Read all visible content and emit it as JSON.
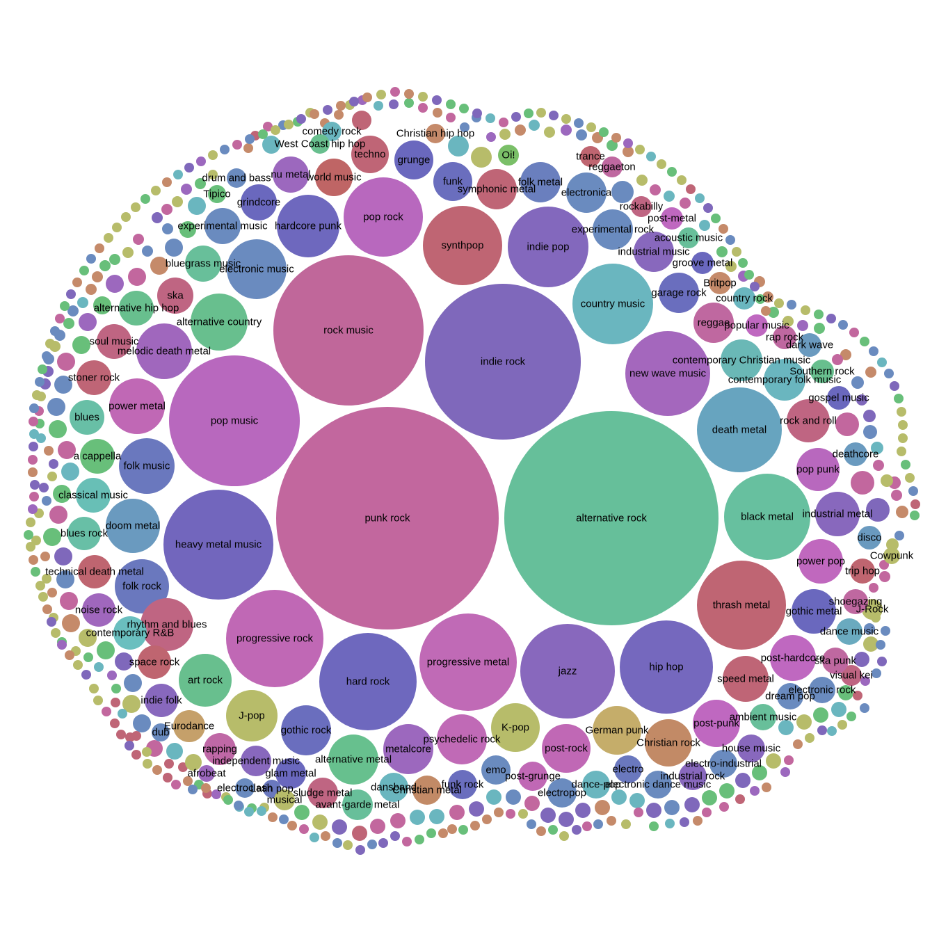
{
  "chart_data": {
    "type": "packed-bubble",
    "title": "",
    "labeled_bubbles": [
      {
        "label": "punk rock",
        "color": "#c2679e"
      },
      {
        "label": "alternative rock",
        "color": "#66bf9a"
      },
      {
        "label": "indie rock",
        "color": "#7f68bb"
      },
      {
        "label": "rock music",
        "color": "#c0679a"
      },
      {
        "label": "pop music",
        "color": "#b868be"
      },
      {
        "label": "heavy metal music",
        "color": "#7266bd"
      },
      {
        "label": "progressive rock",
        "color": "#c068b5"
      },
      {
        "label": "hard rock",
        "color": "#6e68be"
      },
      {
        "label": "progressive metal",
        "color": "#c06ab6"
      },
      {
        "label": "jazz",
        "color": "#8868bd"
      },
      {
        "label": "hip hop",
        "color": "#7568be"
      },
      {
        "label": "thrash metal",
        "color": "#bf6573"
      },
      {
        "label": "black metal",
        "color": "#67c09f"
      },
      {
        "label": "death metal",
        "color": "#67a4bf"
      },
      {
        "label": "new wave music",
        "color": "#a467bd"
      },
      {
        "label": "country music",
        "color": "#6ab6bf"
      },
      {
        "label": "indie pop",
        "color": "#8368bd"
      },
      {
        "label": "synthpop",
        "color": "#bf6573"
      },
      {
        "label": "pop rock",
        "color": "#b868be"
      },
      {
        "label": "hardcore punk",
        "color": "#6e68be"
      },
      {
        "label": "electronic music",
        "color": "#6a8bbf"
      },
      {
        "label": "alternative country",
        "color": "#68bf8e"
      },
      {
        "label": "melodic death metal",
        "color": "#a067bd"
      },
      {
        "label": "power metal",
        "color": "#c068b5"
      },
      {
        "label": "folk music",
        "color": "#6a78be"
      },
      {
        "label": "doom metal",
        "color": "#6a9abf"
      },
      {
        "label": "folk rock",
        "color": "#6a78be"
      },
      {
        "label": "rhythm and blues",
        "color": "#bf6582"
      },
      {
        "label": "art rock",
        "color": "#68bf8e"
      },
      {
        "label": "J-pop",
        "color": "#b7bc6a"
      },
      {
        "label": "gothic rock",
        "color": "#6a6ebe"
      },
      {
        "label": "alternative metal",
        "color": "#67c08e"
      },
      {
        "label": "metalcore",
        "color": "#9c68be"
      },
      {
        "label": "psychedelic rock",
        "color": "#c06ab6"
      },
      {
        "label": "K-pop",
        "color": "#b7bc6a"
      },
      {
        "label": "post-rock",
        "color": "#c068b5"
      },
      {
        "label": "German punk",
        "color": "#c5ad6a"
      },
      {
        "label": "Christian rock",
        "color": "#c28a66"
      },
      {
        "label": "post-punk",
        "color": "#bf68c0"
      },
      {
        "label": "speed metal",
        "color": "#bf6576"
      },
      {
        "label": "post-hardcore",
        "color": "#bf68c0"
      },
      {
        "label": "gothic metal",
        "color": "#6a68be"
      },
      {
        "label": "power pop",
        "color": "#c068be"
      },
      {
        "label": "industrial metal",
        "color": "#8868bd"
      },
      {
        "label": "pop punk",
        "color": "#b868be"
      },
      {
        "label": "rock and roll",
        "color": "#bf6582"
      },
      {
        "label": "contemporary folk music",
        "color": "#6ab6bf"
      },
      {
        "label": "contemporary Christian music",
        "color": "#6ab8b6"
      },
      {
        "label": "reggae",
        "color": "#bf68a0"
      },
      {
        "label": "garage rock",
        "color": "#6a6ebe"
      },
      {
        "label": "industrial music",
        "color": "#8868bd"
      },
      {
        "label": "experimental rock",
        "color": "#6a8bbf"
      },
      {
        "label": "electronica",
        "color": "#6a8bbf"
      },
      {
        "label": "folk metal",
        "color": "#6a7fbe"
      },
      {
        "label": "symphonic metal",
        "color": "#bf6576"
      },
      {
        "label": "funk",
        "color": "#6a6ebe"
      },
      {
        "label": "grunge",
        "color": "#6a68be"
      },
      {
        "label": "techno",
        "color": "#bf6576"
      },
      {
        "label": "world music",
        "color": "#bf6565"
      },
      {
        "label": "nu metal",
        "color": "#9c68be"
      },
      {
        "label": "grindcore",
        "color": "#6a68be"
      },
      {
        "label": "bluegrass music",
        "color": "#68bf9a"
      },
      {
        "label": "experimental music",
        "color": "#6a8bbf"
      },
      {
        "label": "ska",
        "color": "#bf6582"
      },
      {
        "label": "alternative hip hop",
        "color": "#68bf8e"
      },
      {
        "label": "soul music",
        "color": "#bf6582"
      },
      {
        "label": "stoner rock",
        "color": "#bf6576"
      },
      {
        "label": "blues",
        "color": "#68bfa6"
      },
      {
        "label": "a cappella",
        "color": "#68bf7a"
      },
      {
        "label": "classical music",
        "color": "#68bfb6"
      },
      {
        "label": "blues rock",
        "color": "#68bfa6"
      },
      {
        "label": "technical death metal",
        "color": "#bf6570"
      },
      {
        "label": "noise rock",
        "color": "#a067bd"
      },
      {
        "label": "contemporary R&B",
        "color": "#6abfbf"
      },
      {
        "label": "space rock",
        "color": "#bf6570"
      },
      {
        "label": "indie folk",
        "color": "#8868bd"
      },
      {
        "label": "Eurodance",
        "color": "#c5a06a"
      },
      {
        "label": "dub",
        "color": "#6a8bbf"
      },
      {
        "label": "rapping",
        "color": "#bf68a6"
      },
      {
        "label": "independent music",
        "color": "#8868bd"
      },
      {
        "label": "afrobeat",
        "color": "#9c68be"
      },
      {
        "label": "glam metal",
        "color": "#6a68be"
      },
      {
        "label": "electroclash",
        "color": "#6a8bbf"
      },
      {
        "label": "Latin pop",
        "color": "#6a78be"
      },
      {
        "label": "musical",
        "color": "#b7bc6a"
      },
      {
        "label": "sludge metal",
        "color": "#bf6582"
      },
      {
        "label": "avant-garde metal",
        "color": "#68bf9a"
      },
      {
        "label": "dansband",
        "color": "#6ab6bf"
      },
      {
        "label": "Christian metal",
        "color": "#c28a66"
      },
      {
        "label": "funk rock",
        "color": "#6a6ebe"
      },
      {
        "label": "emo",
        "color": "#6a8bbf"
      },
      {
        "label": "post-grunge",
        "color": "#c068b5"
      },
      {
        "label": "electropop",
        "color": "#6a8bbf"
      },
      {
        "label": "dance-pop",
        "color": "#6ab6bf"
      },
      {
        "label": "electro",
        "color": "#6a78be"
      },
      {
        "label": "electronic dance music",
        "color": "#6a8bbf"
      },
      {
        "label": "industrial rock",
        "color": "#8868bd"
      },
      {
        "label": "electro-industrial",
        "color": "#6a8bbf"
      },
      {
        "label": "house music",
        "color": "#8868bd"
      },
      {
        "label": "ambient music",
        "color": "#68bf9a"
      },
      {
        "label": "dream pop",
        "color": "#6a8bbf"
      },
      {
        "label": "electronic rock",
        "color": "#6a8bbf"
      },
      {
        "label": "visual kei",
        "color": "#bf6582"
      },
      {
        "label": "ska punk",
        "color": "#bf68a0"
      },
      {
        "label": "dance music",
        "color": "#6aaabf"
      },
      {
        "label": "J-Rock",
        "color": "#b7bc6a"
      },
      {
        "label": "shoegazing",
        "color": "#bf68a0"
      },
      {
        "label": "trip hop",
        "color": "#bf6570"
      },
      {
        "label": "Cowpunk",
        "color": "#b7bc6a"
      },
      {
        "label": "disco",
        "color": "#6a9abf"
      },
      {
        "label": "deathcore",
        "color": "#6a9abf"
      },
      {
        "label": "gospel music",
        "color": "#6a68be"
      },
      {
        "label": "Southern rock",
        "color": "#68bf8e"
      },
      {
        "label": "dark wave",
        "color": "#6a9abf"
      },
      {
        "label": "rap rock",
        "color": "#bf68a0"
      },
      {
        "label": "popular music",
        "color": "#bf68c0"
      },
      {
        "label": "country rock",
        "color": "#6ab6bf"
      },
      {
        "label": "Britpop",
        "color": "#c58a6a"
      },
      {
        "label": "groove metal",
        "color": "#6a68be"
      },
      {
        "label": "acoustic music",
        "color": "#68bf9a"
      },
      {
        "label": "post-metal",
        "color": "#bf68c0"
      },
      {
        "label": "rockabilly",
        "color": "#bf6582"
      },
      {
        "label": "reggaeton",
        "color": "#bf68a0"
      },
      {
        "label": "trance",
        "color": "#bf6570"
      },
      {
        "label": "Oi!",
        "color": "#7abf68"
      },
      {
        "label": "Christian hip hop",
        "color": "#c58a6a"
      },
      {
        "label": "comedy rock",
        "color": "#6ab6bf"
      },
      {
        "label": "West Coast hip hop",
        "color": "#68bf8e"
      },
      {
        "label": "drum and bass",
        "color": "#6a8bbf"
      },
      {
        "label": "Tipico",
        "color": "#68bf7a"
      }
    ],
    "unlabeled_bubble_palette": [
      "#c2679e",
      "#66bf9a",
      "#7f68bb",
      "#b7bc6a",
      "#c58a6a",
      "#6ab6bf",
      "#bf6576",
      "#9c68be",
      "#68bf7a",
      "#6a8bbf",
      "#c5ad6a",
      "#bf68a0"
    ]
  }
}
